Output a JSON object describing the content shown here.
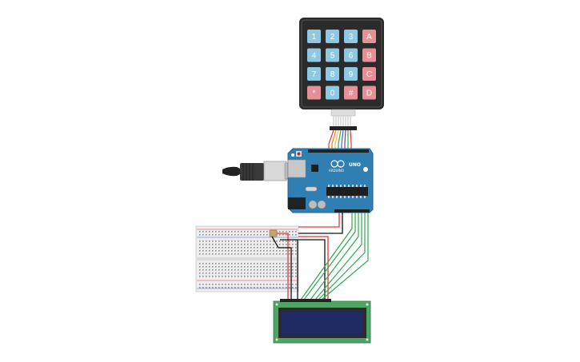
{
  "keypad": {
    "keys": [
      [
        "1",
        "2",
        "3",
        "A"
      ],
      [
        "4",
        "5",
        "6",
        "B"
      ],
      [
        "7",
        "8",
        "9",
        "C"
      ],
      [
        "*",
        "0",
        "#",
        "D"
      ]
    ],
    "colors": {
      "frame": "#2b2b2b",
      "number_key": "#8ec8e3",
      "letter_key": "#e58f96",
      "key_text": "#ffffff"
    }
  },
  "arduino": {
    "brand_label": "ARDUINO",
    "model_label": "UNO",
    "colors": {
      "board": "#2f7fb2",
      "board_dark": "#23628b"
    }
  },
  "wire_colors": {
    "red": "#e53935",
    "black": "#111111",
    "green": "#2fa84f",
    "yellow": "#f2c12e",
    "blue": "#2f6fd0",
    "purple": "#9c27b0",
    "orange": "#f57c00"
  },
  "lcd": {
    "colors": {
      "pcb": "#4da463",
      "screen": "#1f2a63",
      "bezel": "#2b2b2b"
    }
  }
}
